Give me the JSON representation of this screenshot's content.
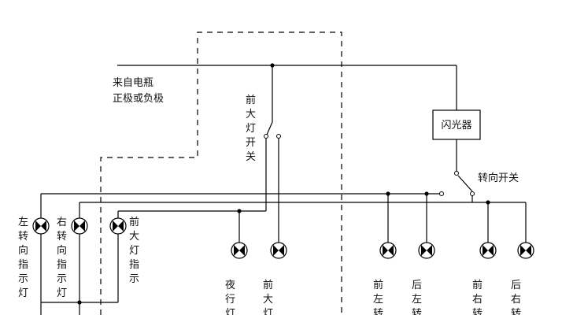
{
  "labels": {
    "battery_line1": "来自电瓶",
    "battery_line2": "正极或负极",
    "headlight_switch": [
      "前",
      "大",
      "灯",
      "开",
      "关"
    ],
    "flasher": "闪光器",
    "turn_switch": "转向开关",
    "left_indicator": [
      "左",
      "转",
      "向",
      "指",
      "示",
      "灯"
    ],
    "right_indicator": [
      "右",
      "转",
      "向",
      "指",
      "示",
      "灯"
    ],
    "headlight_indicator": [
      "前",
      "大",
      "灯",
      "指",
      "示"
    ],
    "night_light": [
      "夜",
      "行",
      "灯"
    ],
    "headlight": [
      "前",
      "大",
      "灯"
    ],
    "front_left_turn": [
      "前",
      "左",
      "转"
    ],
    "rear_left_turn": [
      "后",
      "左",
      "转"
    ],
    "front_right_turn": [
      "前",
      "右",
      "转"
    ],
    "rear_right_turn": [
      "后",
      "右",
      "转"
    ]
  }
}
